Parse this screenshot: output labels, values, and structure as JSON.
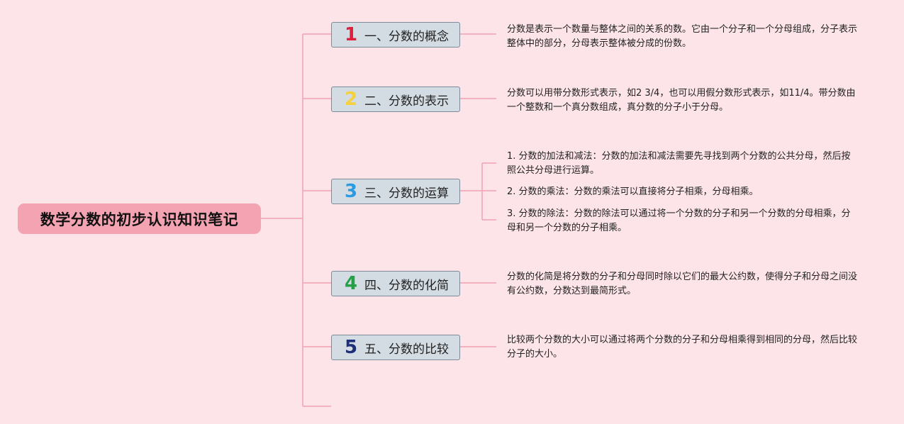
{
  "root": {
    "title": "数学分数的初步认识知识笔记"
  },
  "colors": {
    "background": "#fde4e9",
    "root_fill": "#f4a3b2",
    "branch_fill": "#d3dbe3",
    "connector": "#f1a2b3"
  },
  "branches": [
    {
      "number": "1",
      "number_color": "#e0203a",
      "label": "一、分数的概念",
      "notes": [
        "分数是表示一个数量与整体之间的关系的数。它由一个分子和一个分母组成，分子表示整体中的部分，分母表示整体被分成的份数。"
      ]
    },
    {
      "number": "2",
      "number_color": "#f5d23c",
      "label": "二、分数的表示",
      "notes": [
        "分数可以用带分数形式表示，如2 3/4，也可以用假分数形式表示，如11/4。带分数由一个整数和一个真分数组成，真分数的分子小于分母。"
      ]
    },
    {
      "number": "3",
      "number_color": "#2a9be0",
      "label": "三、分数的运算",
      "notes": [
        "1. 分数的加法和减法：分数的加法和减法需要先寻找到两个分数的公共分母，然后按照公共分母进行运算。",
        "2. 分数的乘法：分数的乘法可以直接将分子相乘，分母相乘。",
        "3. 分数的除法：分数的除法可以通过将一个分数的分子和另一个分数的分母相乘，分母和另一个分数的分子相乘。"
      ]
    },
    {
      "number": "4",
      "number_color": "#25a046",
      "label": "四、分数的化简",
      "notes": [
        "分数的化简是将分数的分子和分母同时除以它们的最大公约数，使得分子和分母之间没有公约数，分数达到最简形式。"
      ]
    },
    {
      "number": "5",
      "number_color": "#1e2f7a",
      "label": "五、分数的比较",
      "notes": [
        "比较两个分数的大小可以通过将两个分数的分子和分母相乘得到相同的分母，然后比较分子的大小。"
      ]
    }
  ]
}
